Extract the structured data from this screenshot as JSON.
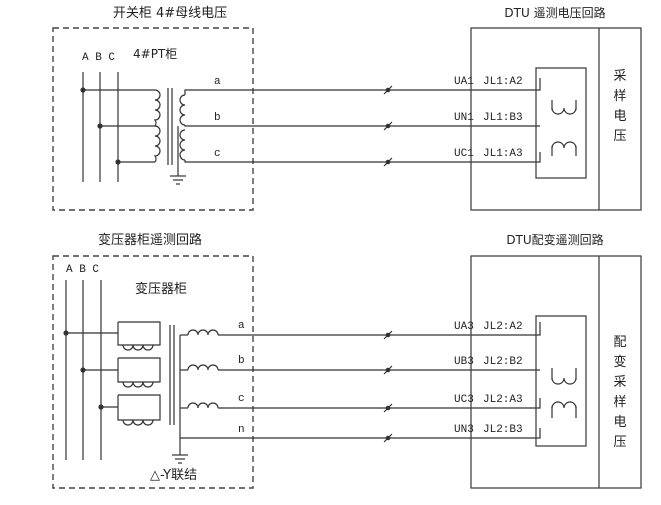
{
  "top": {
    "left_title": "开关柜 4#母线电压",
    "phases": "A B C",
    "pt_label": "4#PT柜",
    "lines": [
      "a",
      "b",
      "c"
    ],
    "right_title": "DTU 遥测电压回路",
    "signals": [
      "UA1",
      "UN1",
      "UC1"
    ],
    "terminals": [
      "JL1:A2",
      "JL1:B3",
      "JL1:A3"
    ],
    "side_label": [
      "采",
      "样",
      "电",
      "压"
    ]
  },
  "bottom": {
    "left_title": "变压器柜遥测回路",
    "phases": "A B C",
    "cabinet_label": "变压器柜",
    "lines": [
      "a",
      "b",
      "c",
      "n"
    ],
    "connection": "△-Y联结",
    "right_title": "DTU配变遥测回路",
    "signals": [
      "UA3",
      "UB3",
      "UC3",
      "UN3"
    ],
    "terminals": [
      "JL2:A2",
      "JL2:B2",
      "JL2:A3",
      "JL2:B3"
    ],
    "side_label": [
      "配",
      "变",
      "采",
      "样",
      "电",
      "压"
    ]
  }
}
